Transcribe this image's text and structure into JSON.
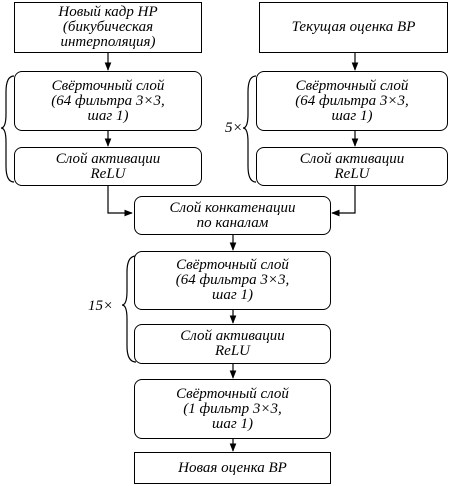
{
  "inputs": {
    "lr_frame": [
      "Новый кадр НР",
      "(бикубическая",
      "интерполяция)"
    ],
    "hr_estimate": [
      "Текущая оценка ВР"
    ]
  },
  "left_branch": {
    "conv": [
      "Свёрточный слой",
      "(64 фильтра 3×3,",
      "шаг 1)"
    ],
    "relu": [
      "Слой активации",
      "ReLU"
    ]
  },
  "right_branch": {
    "multiplier": "5×",
    "conv": [
      "Свёрточный слой",
      "(64 фильтра 3×3,",
      "шаг 1)"
    ],
    "relu": [
      "Слой активации",
      "ReLU"
    ]
  },
  "concat": [
    "Слой конкатенации",
    "по каналам"
  ],
  "trunk": {
    "multiplier": "15×",
    "conv": [
      "Свёрточный слой",
      "(64 фильтра 3×3,",
      "шаг 1)"
    ],
    "relu": [
      "Слой активации",
      "ReLU"
    ]
  },
  "final_conv": [
    "Свёрточный слой",
    "(1 фильтр 3×3,",
    "шаг 1)"
  ],
  "output": [
    "Новая оценка ВР"
  ]
}
